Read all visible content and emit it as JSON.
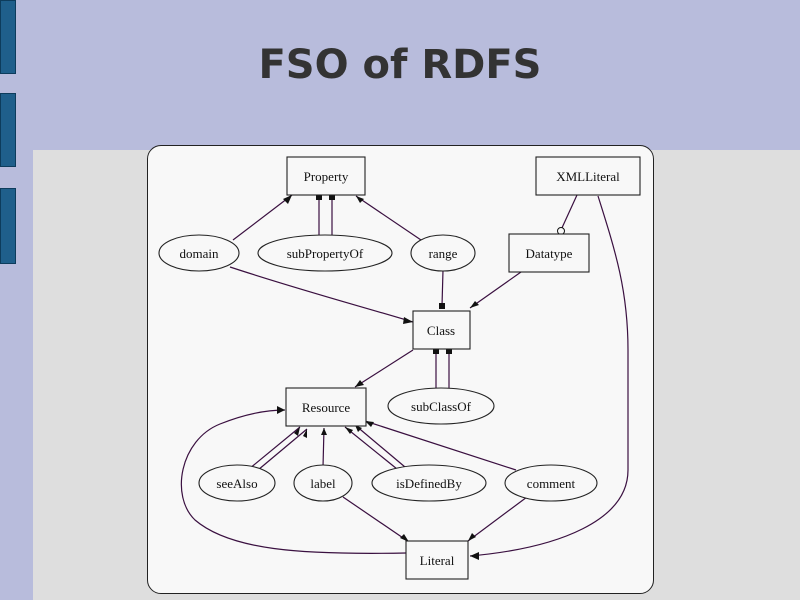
{
  "slide": {
    "title": "FSO of RDFS"
  },
  "diagram": {
    "nodes": {
      "property": "Property",
      "xmlliteral": "XMLLiteral",
      "domain": "domain",
      "subpropertyof": "subPropertyOf",
      "range": "range",
      "datatype": "Datatype",
      "class": "Class",
      "resource": "Resource",
      "subclassof": "subClassOf",
      "seealso": "seeAlso",
      "label": "label",
      "isdefinedby": "isDefinedBy",
      "comment": "comment",
      "literal": "Literal"
    }
  }
}
